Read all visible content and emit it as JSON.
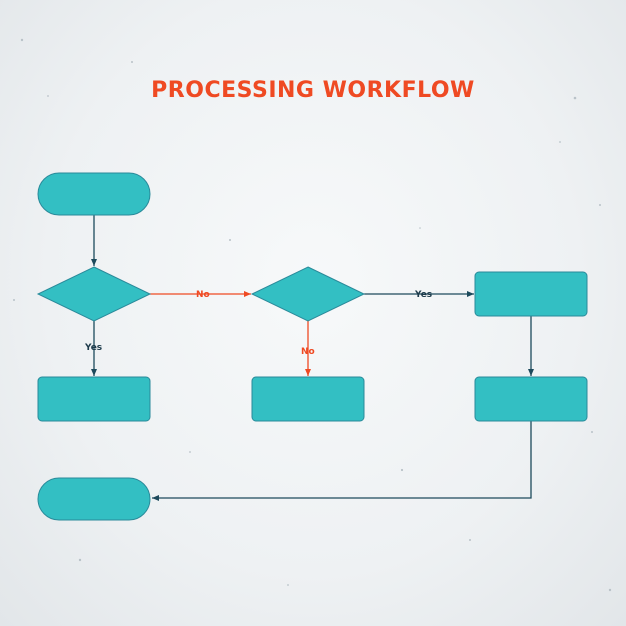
{
  "title": "PROCESSING WORKFLOW",
  "colors": {
    "shape_fill": "#33bfc3",
    "shape_stroke": "#2a8a9a",
    "title": "#ef4a23",
    "yes_connector": "#1d4a5c",
    "no_connector": "#ef4a23"
  },
  "connectors": {
    "decision1_yes": "Yes",
    "decision1_no": "No",
    "decision2_yes": "Yes",
    "decision2_no": "No"
  }
}
